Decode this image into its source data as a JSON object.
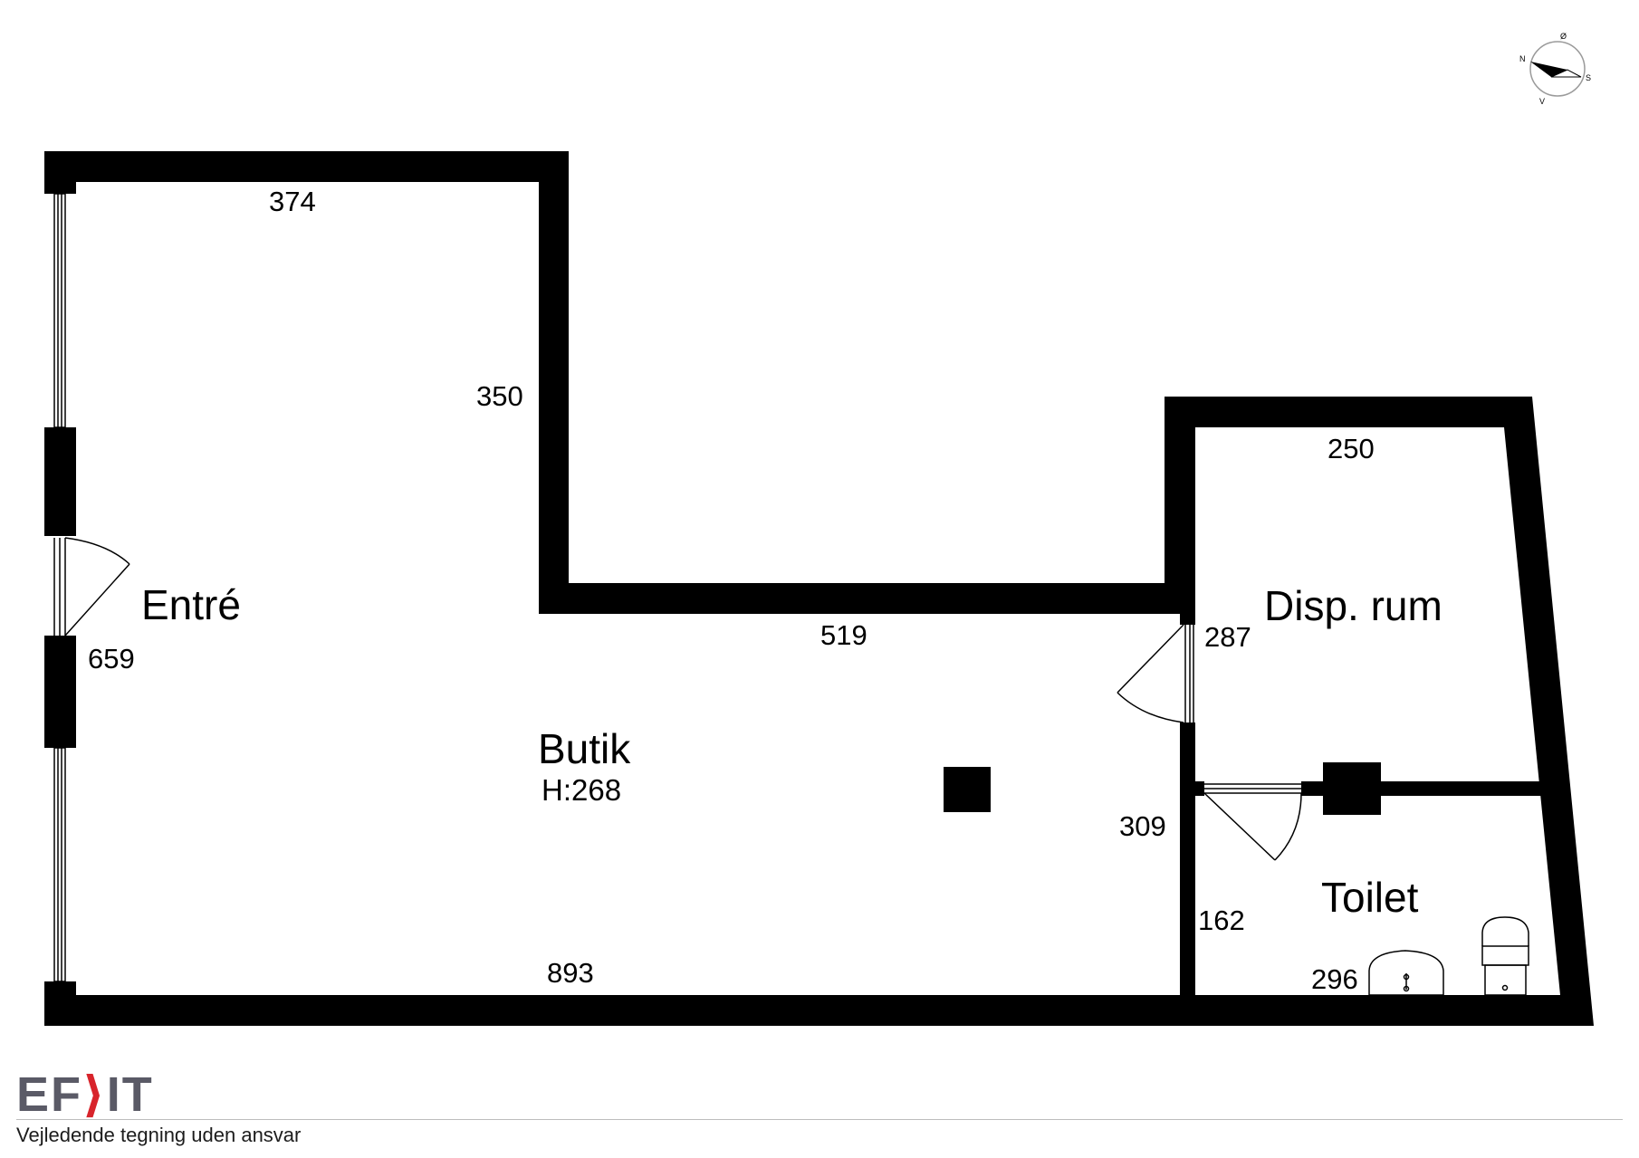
{
  "rooms": {
    "entre": "Entré",
    "butik": "Butik",
    "butik_height": "H:268",
    "disp_rum": "Disp. rum",
    "toilet": "Toilet"
  },
  "dimensions": {
    "entre_top": "374",
    "entre_right": "350",
    "entre_left": "659",
    "butik_top": "519",
    "butik_bottom": "893",
    "butik_right": "309",
    "disp_top": "250",
    "disp_door": "287",
    "toilet_left": "162",
    "toilet_bottom": "296"
  },
  "compass": {
    "n": "N",
    "o": "Ø",
    "s": "S",
    "v": "V"
  },
  "footer": {
    "logo_left": "EF",
    "logo_mark": "⟩",
    "logo_right": "IT",
    "disclaimer": "Vejledende tegning uden ansvar"
  },
  "colors": {
    "walls": "#000000",
    "logo_text": "#5a5a66",
    "logo_mark": "#d8242b"
  }
}
